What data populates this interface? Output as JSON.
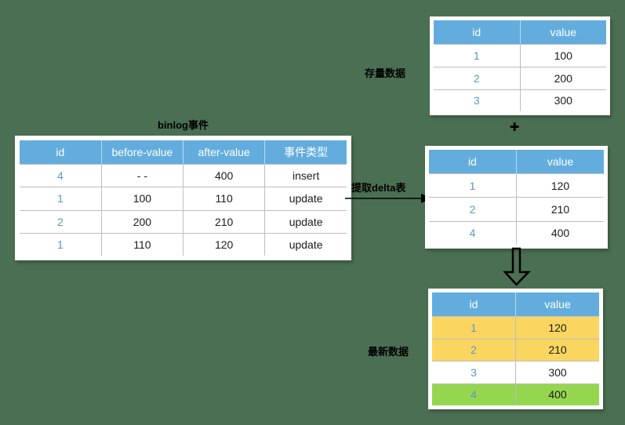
{
  "background_color": "#4B6F52",
  "colors": {
    "background": "#4B6F52",
    "header_blue": "#63ADDE",
    "header_text": "#FFFFFF",
    "id_text_blue": "#5C96C1",
    "body_text": "#1B1B1B",
    "border_gray": "#BDBDBD",
    "card_white": "#FFFFFF",
    "row_yellow": "#FAD661",
    "row_green": "#95D64F",
    "label_text": "#000000",
    "arrow_black": "#000000"
  },
  "binlog_table": {
    "title": "binlog事件",
    "columns": [
      "id",
      "before-value",
      "after-value",
      "事件类型"
    ],
    "rows": [
      [
        "4",
        "- -",
        "400",
        "insert"
      ],
      [
        "1",
        "100",
        "110",
        "update"
      ],
      [
        "2",
        "200",
        "210",
        "update"
      ],
      [
        "1",
        "110",
        "120",
        "update"
      ]
    ]
  },
  "stock_table": {
    "label": "存量数据",
    "columns": [
      "id",
      "value"
    ],
    "rows": [
      [
        "1",
        "100"
      ],
      [
        "2",
        "200"
      ],
      [
        "3",
        "300"
      ]
    ]
  },
  "plus_sign": "✚",
  "extract_arrow": {
    "label": "提取delta表"
  },
  "delta_table": {
    "columns": [
      "id",
      "value"
    ],
    "rows": [
      [
        "1",
        "120"
      ],
      [
        "2",
        "210"
      ],
      [
        "4",
        "400"
      ]
    ]
  },
  "latest_table": {
    "label": "最新数据",
    "columns": [
      "id",
      "value"
    ],
    "rows": [
      {
        "cells": [
          "1",
          "120"
        ],
        "highlight": "yellow"
      },
      {
        "cells": [
          "2",
          "210"
        ],
        "highlight": "yellow"
      },
      {
        "cells": [
          "3",
          "300"
        ],
        "highlight": "none"
      },
      {
        "cells": [
          "4",
          "400"
        ],
        "highlight": "green"
      }
    ]
  }
}
